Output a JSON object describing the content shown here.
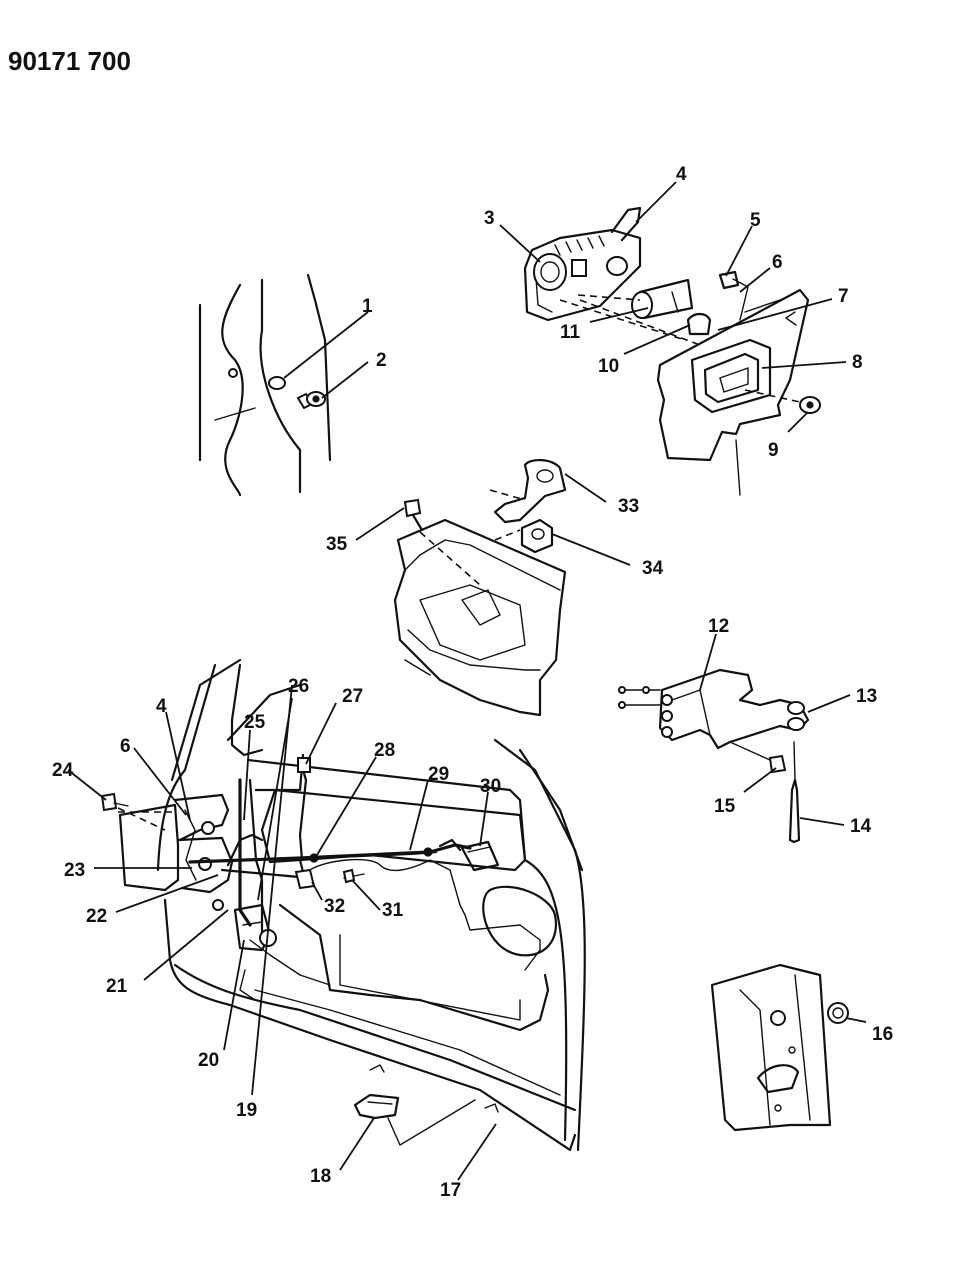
{
  "figure_number": "90171 700",
  "callouts": [
    "1",
    "2",
    "3",
    "4",
    "5",
    "6",
    "7",
    "8",
    "9",
    "10",
    "11",
    "12",
    "13",
    "14",
    "15",
    "16",
    "17",
    "18",
    "19",
    "20",
    "21",
    "22",
    "23",
    "24",
    "25",
    "26",
    "27",
    "28",
    "29",
    "30",
    "31",
    "32",
    "33",
    "34",
    "35",
    "4",
    "6"
  ]
}
